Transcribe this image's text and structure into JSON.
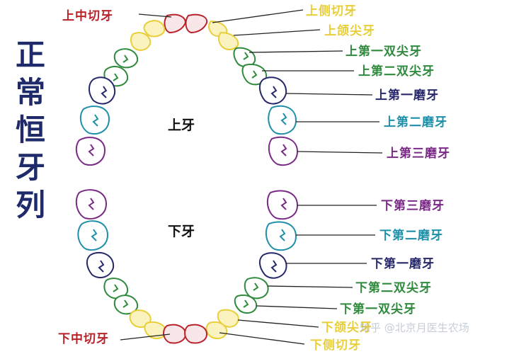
{
  "title_chars": [
    "正",
    "常",
    "恒",
    "牙",
    "列"
  ],
  "colors": {
    "title": "#1e2a6a",
    "red": "#b8232b",
    "yellow": "#e8cf3a",
    "green": "#2f8a3d",
    "navy": "#26286a",
    "teal": "#1e8fa8",
    "purple": "#7a2a86",
    "leader": "#222222",
    "tooth_fill_yellow": "#fbf3bf",
    "tooth_fill_pink": "#f9e6e8",
    "tooth_fill_white": "#ffffff"
  },
  "upper_arch": "上牙",
  "lower_arch": "下牙",
  "labels": {
    "upper_central": "上中切牙",
    "upper_lateral": "上侧切牙",
    "upper_canine": "上颌尖牙",
    "upper_premolar1": "上第一双尖牙",
    "upper_premolar2": "上第二双尖牙",
    "upper_molar1": "上第一磨牙",
    "upper_molar2": "上第二磨牙",
    "upper_molar3": "上第三磨牙",
    "lower_molar3": "下第三磨牙",
    "lower_molar2": "下第二磨牙",
    "lower_molar1": "下第一磨牙",
    "lower_premolar2": "下第二双尖牙",
    "lower_premolar1": "下第一双尖牙",
    "lower_canine": "下颌尖牙",
    "lower_central": "下中切牙",
    "lower_lateral": "下侧切牙"
  },
  "watermark": "知乎 @北京月医生农场"
}
